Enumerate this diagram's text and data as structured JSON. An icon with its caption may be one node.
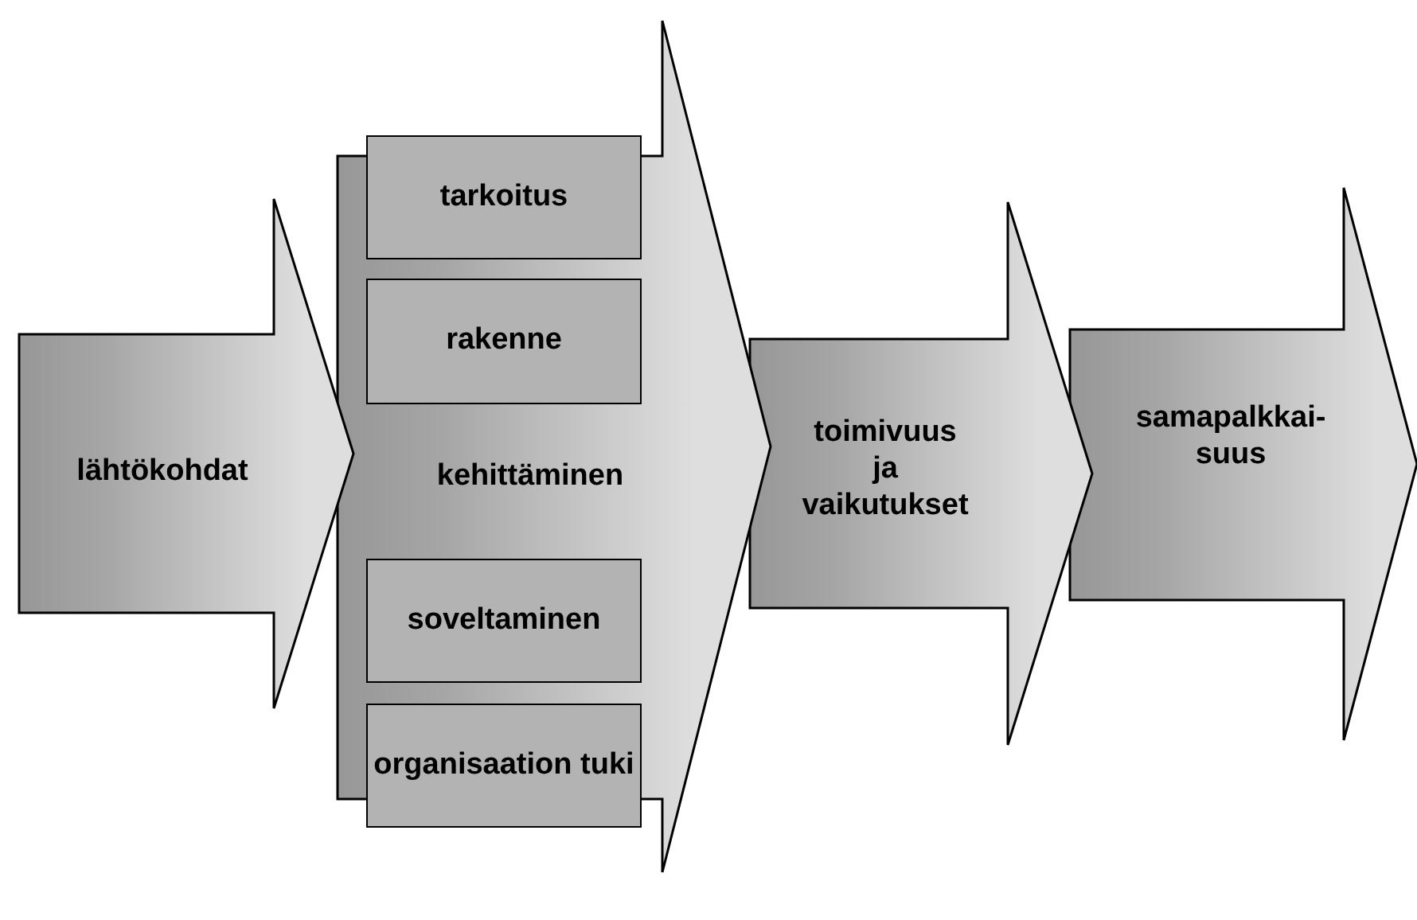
{
  "diagram": {
    "nodes": [
      {
        "text": [
          "lähtökohdat"
        ]
      },
      {
        "text": [
          "kehittäminen"
        ]
      },
      {
        "text": [
          "tarkoitus"
        ],
        "in": 1
      },
      {
        "text": [
          "rakenne"
        ],
        "in": 1
      },
      {
        "text": [
          "soveltaminen"
        ],
        "in": 1
      },
      {
        "text": [
          "organisaation tuki"
        ],
        "in": 1
      },
      {
        "text": [
          "toimivuus ja vaikutukset"
        ]
      },
      {
        "text": [
          "samapalkkai-suus"
        ]
      }
    ]
  }
}
